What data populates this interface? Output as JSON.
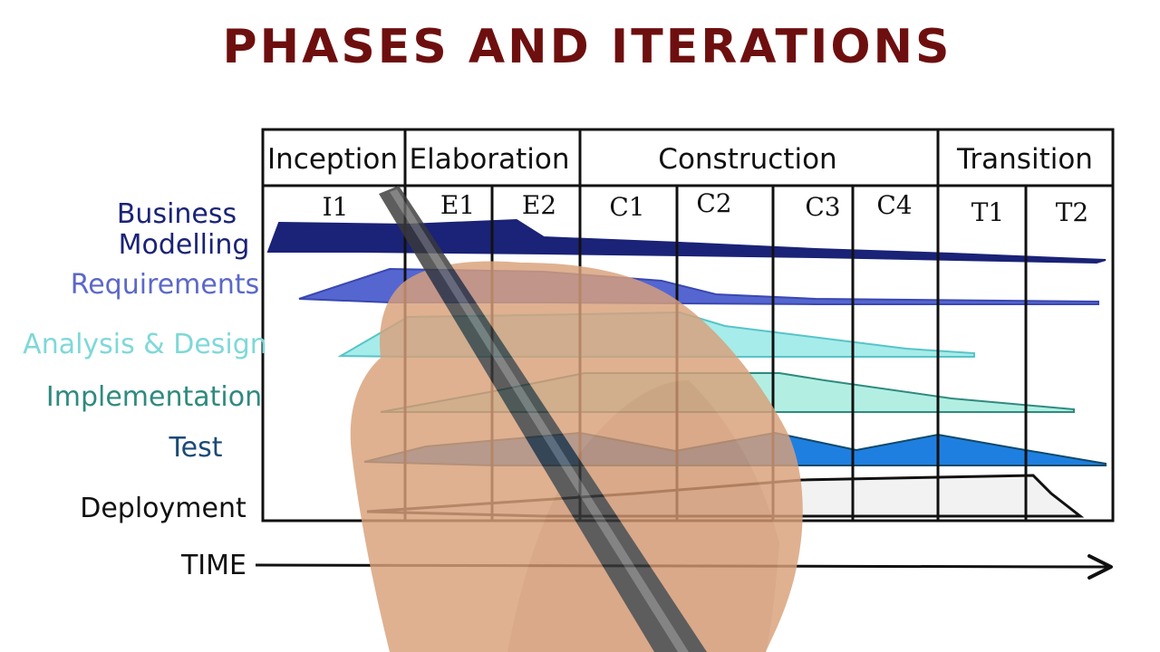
{
  "title": "PHASES AND ITERATIONS",
  "phases": [
    {
      "name": "Inception",
      "iterations": [
        "I1"
      ]
    },
    {
      "name": "Elaboration",
      "iterations": [
        "E1",
        "E2"
      ]
    },
    {
      "name": "Construction",
      "iterations": [
        "C1",
        "C2",
        "C3",
        "C4"
      ]
    },
    {
      "name": "Transition",
      "iterations": [
        "T1",
        "T2"
      ]
    }
  ],
  "disciplines": [
    {
      "name": "Business",
      "name_line2": "Modelling",
      "color": "#1a2377"
    },
    {
      "name": "Requirements",
      "color": "#5b68c9"
    },
    {
      "name": "Analysis & Design",
      "color": "#7fd8d8"
    },
    {
      "name": "Implementation",
      "color": "#2f8a7f"
    },
    {
      "name": "Test",
      "color": "#1a4a78"
    },
    {
      "name": "Deployment",
      "color": "#111111"
    }
  ],
  "time_label": "TIME",
  "colors": {
    "title": "#6e0f0f",
    "grid": "#111111",
    "business": "#1a2377",
    "requirements": "#5b68c9",
    "analysis": "#9ee6e3",
    "implementation": "#a9ece0",
    "test": "#1f7fe0",
    "deployment": "#f2f2f2",
    "hand": "#d9a07a",
    "pen": "#3a3a3a"
  }
}
